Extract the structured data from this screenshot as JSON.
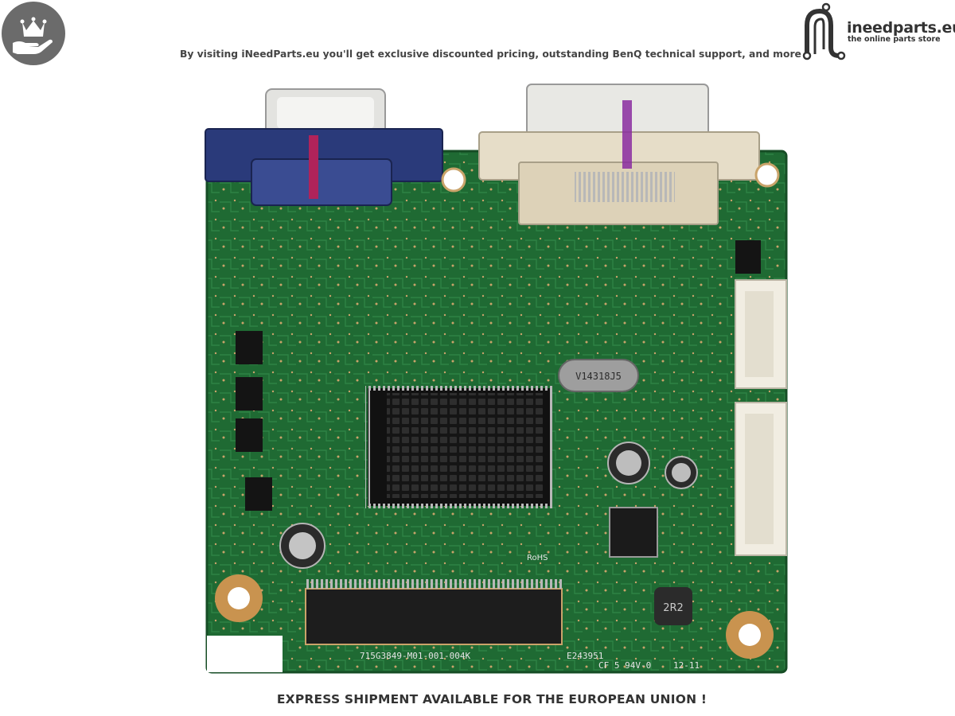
{
  "header": {
    "brand_name": "ineedparts.eu",
    "brand_tagline": "the online parts store",
    "promo": "By visiting iNeedParts.eu you'll get exclusive discounted pricing, outstanding BenQ technical support, and more"
  },
  "product": {
    "board_silkscreen": {
      "part_number": "715G3849-M01-001-004K",
      "ul_code": "E243951",
      "rating": "CF 5 94V-0",
      "date_code": "12-11",
      "crystal": "V14318J5",
      "inductor": "2R2",
      "rohs": "RoHS"
    }
  },
  "footer": {
    "shipping_notice": "EXPRESS SHIPMENT AVAILABLE FOR THE EUROPEAN UNION !"
  },
  "colors": {
    "pcb_green": "#1f6a33",
    "badge_gray": "#6b6b6b",
    "vga_blue": "#2a3a7a",
    "dvi_beige": "#e6ddc8",
    "text_dark": "#333333"
  }
}
